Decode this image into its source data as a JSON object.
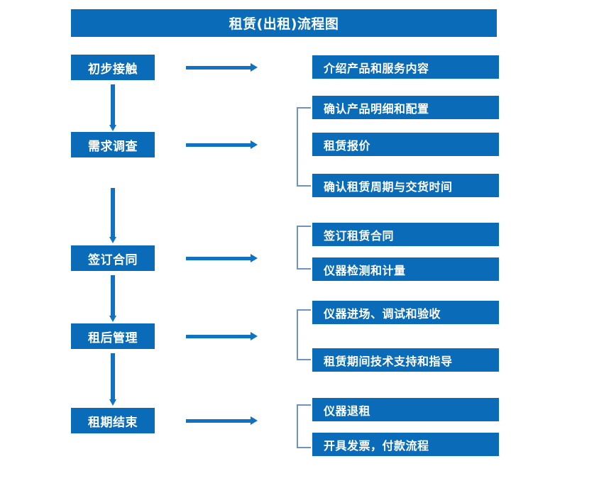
{
  "header": {
    "title": "租赁(出租)流程图"
  },
  "colors": {
    "box_fill": "#0A6CB8",
    "box_text": "#FFFFFF",
    "arrow": "#1072C0",
    "bracket": "#6F93BC",
    "background": "#FFFFFF"
  },
  "stages": [
    {
      "label": "初步接触"
    },
    {
      "label": "需求调查"
    },
    {
      "label": "签订合同"
    },
    {
      "label": "租后管理"
    },
    {
      "label": "租期结束"
    }
  ],
  "details": [
    {
      "label": "介绍产品和服务内容"
    },
    {
      "label": "确认产品明细和配置"
    },
    {
      "label": "租赁报价"
    },
    {
      "label": "确认租赁周期与交货时间"
    },
    {
      "label": "签订租赁合同"
    },
    {
      "label": "仪器检测和计量"
    },
    {
      "label": "仪器进场、调试和验收"
    },
    {
      "label": "租赁期间技术支持和指导"
    },
    {
      "label": "仪器退租"
    },
    {
      "label": "开具发票，付款流程"
    }
  ],
  "connectors": {
    "vertical_arrow_count": 4,
    "horizontal_arrow_count": 5,
    "bracket_count": 4
  }
}
